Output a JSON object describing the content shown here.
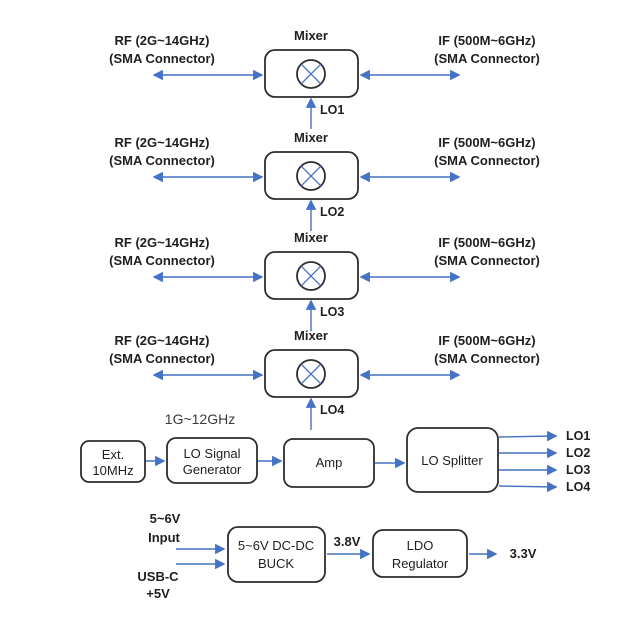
{
  "diagram": {
    "colors": {
      "arrow_blue": "#4472C4",
      "box_border": "#2d2d2d",
      "text": "#1f1f1f"
    },
    "stages": [
      {
        "title": "Mixer",
        "rf1": "RF (2G~14GHz)",
        "rf2": "(SMA Connector)",
        "if1": "IF (500M~6GHz)",
        "if2": "(SMA Connector)",
        "lo": "LO1"
      },
      {
        "title": "Mixer",
        "rf1": "RF (2G~14GHz)",
        "rf2": "(SMA Connector)",
        "if1": "IF (500M~6GHz)",
        "if2": "(SMA Connector)",
        "lo": "LO2"
      },
      {
        "title": "Mixer",
        "rf1": "RF (2G~14GHz)",
        "rf2": "(SMA Connector)",
        "if1": "IF (500M~6GHz)",
        "if2": "(SMA Connector)",
        "lo": "LO3"
      },
      {
        "title": "Mixer",
        "rf1": "RF (2G~14GHz)",
        "rf2": "(SMA Connector)",
        "if1": "IF (500M~6GHz)",
        "if2": "(SMA Connector)",
        "lo": "LO4"
      }
    ],
    "lo_chain": {
      "freq_label": "1G~12GHz",
      "ext_ref": {
        "line1": "Ext.",
        "line2": "10MHz"
      },
      "generator": {
        "line1": "LO Signal",
        "line2": "Generator"
      },
      "amp": {
        "label": "Amp"
      },
      "splitter": {
        "label": "LO Splitter"
      },
      "outputs": [
        "LO1",
        "LO2",
        "LO3",
        "LO4"
      ]
    },
    "power_chain": {
      "input1": {
        "line1": "5~6V",
        "line2": "Input"
      },
      "input2": {
        "line1": "USB-C",
        "line2": "+5V"
      },
      "buck": {
        "line1": "5~6V DC-DC",
        "line2": "BUCK"
      },
      "mid_label": "3.8V",
      "ldo": {
        "line1": "LDO",
        "line2": "Regulator"
      },
      "out_label": "3.3V"
    }
  }
}
